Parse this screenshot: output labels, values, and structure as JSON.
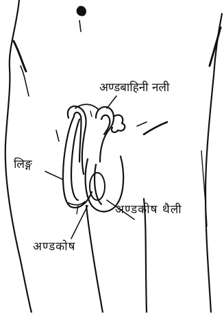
{
  "diagram": {
    "labels": {
      "vas_deferens": "अण्डबाहिनी नली",
      "penis": "लिङ्ग",
      "scrotum": "अण्डकोष थैली",
      "testis": "अण्डकोष"
    },
    "stroke_color": "#111111",
    "background_color": "#ffffff"
  }
}
